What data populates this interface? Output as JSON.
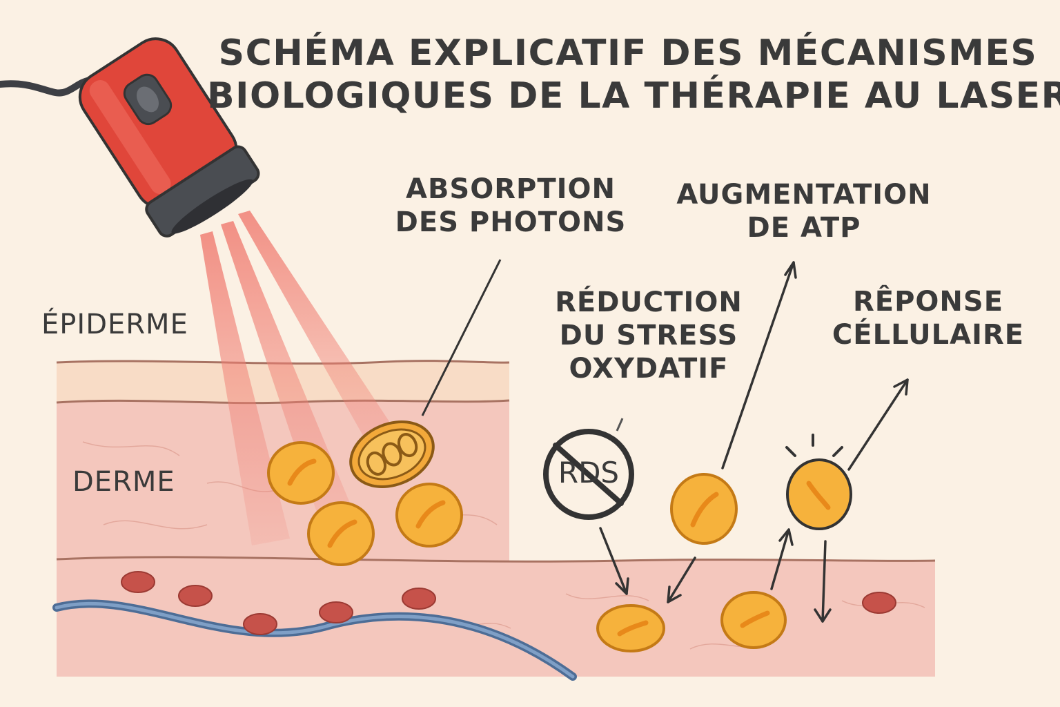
{
  "title_line1": "SCHÉMA EXPLICATIF DES MÉCANISMES",
  "title_line2": "BIOLOGIQUES DE LA THÉRAPIE AU LASER",
  "labels": {
    "absorption_line1": "ABSORPTION",
    "absorption_line2": "DES PHOTONS",
    "atp_line1": "AUGMENTATION",
    "atp_line2": "DE ATP",
    "reduction_line1": "RÉDUCTION",
    "reduction_line2": "DU STRESS",
    "reduction_line3": "OXYDATIF",
    "reponse_line1": "RÊPONSE",
    "reponse_line2": "CÉLLULAIRE",
    "epiderme": "ÉPIDERME",
    "derme": "DERME",
    "ros": "RDS"
  },
  "icons": [
    "laser-probe-icon",
    "mitochondria-icon",
    "no-ros-icon"
  ],
  "colors": {
    "background": "#fbf1e4",
    "laser_body": "#e0463a",
    "laser_beam": "#f08a80",
    "epidermis": "#f6d2b9",
    "dermis": "#f4c7bd",
    "cell_fill": "#f6b23c",
    "cell_stroke": "#c47a16",
    "blood_cell": "#c6524a",
    "vessel": "#5f7fa8",
    "text": "#3a3a3a"
  }
}
